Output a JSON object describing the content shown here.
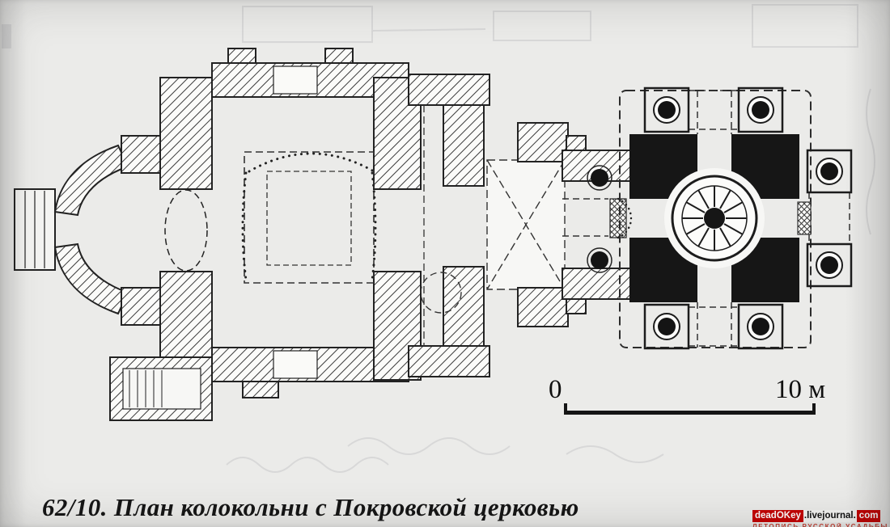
{
  "figure": {
    "caption": "62/10. План колокольни с Покровской церковью",
    "scale_bar": {
      "left_label": "0",
      "right_label": "10 м"
    }
  },
  "watermark": {
    "site_left": "deadOKey",
    "site_middle": ".livejournal.",
    "site_right": "com",
    "subtitle": "ЛЕТОПИСЬ РУССКОЙ УСАДЬБЫ",
    "accent_red": "#c40000"
  }
}
